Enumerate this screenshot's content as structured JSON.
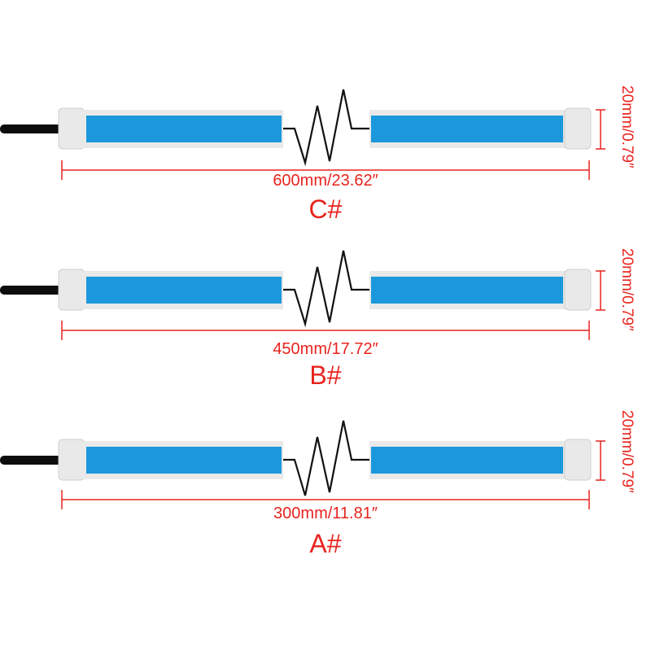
{
  "colors": {
    "led": "#1b98dc",
    "end_cap": "#e9e9e9",
    "cable": "#0d0d0d",
    "dimension": "#e8231e"
  },
  "variants": [
    {
      "code": "C#",
      "length": "600mm/23.62″",
      "width": "20mm/0.79″"
    },
    {
      "code": "B#",
      "length": "450mm/17.72″",
      "width": "20mm/0.79″"
    },
    {
      "code": "A#",
      "length": "300mm/11.81″",
      "width": "20mm/0.79″"
    }
  ]
}
